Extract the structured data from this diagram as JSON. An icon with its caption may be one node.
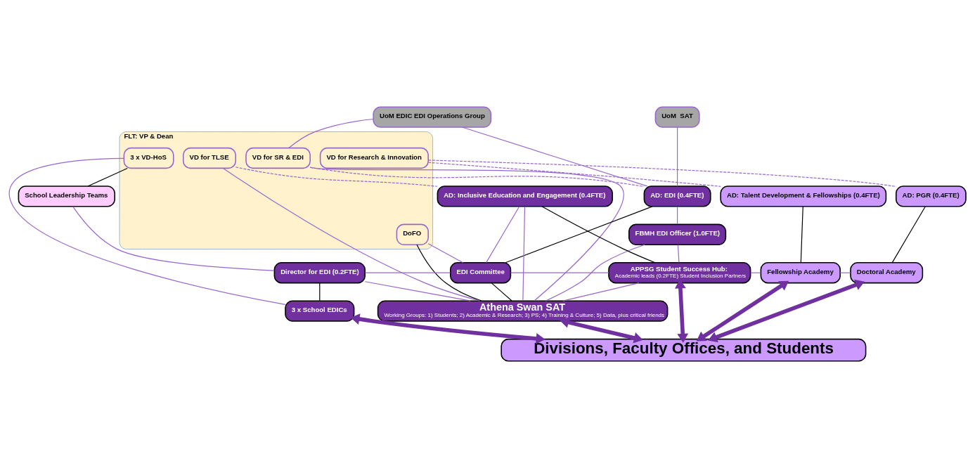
{
  "diagram": {
    "nodes": [
      {
        "text": [
          "UoM EDIC EDI Operations Group"
        ]
      },
      {
        "text": [
          "UoM  SAT"
        ]
      },
      {
        "text": [
          "FLT: VP & Dean"
        ]
      },
      {
        "text": [
          "3 x VD-HoS"
        ],
        "in": 2
      },
      {
        "text": [
          "DoFO"
        ],
        "in": 2
      },
      {
        "text": [
          "VD for SR & EDI"
        ],
        "in": 2
      },
      {
        "text": [
          "VD for TLSE"
        ],
        "in": 2
      },
      {
        "text": [
          "VD for Research & Innovation"
        ],
        "in": 2
      },
      {
        "text": [
          "School Leadership Teams"
        ]
      },
      {
        "text": [
          "AD: EDI (0.4FTE)"
        ]
      },
      {
        "text": [
          "FBMH EDI Officer (1.0FTE)"
        ]
      },
      {
        "text": [
          "AD: Inclusive Education and Engagement (0.4FTE)"
        ]
      },
      {
        "text": [
          "AD: Talent Development & Fellowships (0.4FTE)"
        ]
      },
      {
        "text": [
          "AD: PGR (0.4FTE)"
        ]
      },
      {
        "text": [
          "Director for EDI (0.2FTE)"
        ]
      },
      {
        "text": [
          "EDI Committee"
        ]
      },
      {
        "text": [
          "APPSG Student Success Hub:",
          "Academic leads (0.2FTE) Student Inclusion Partners"
        ]
      },
      {
        "text": [
          "Fellowship Academy"
        ]
      },
      {
        "text": [
          "Doctoral Academy"
        ]
      },
      {
        "text": [
          "3 x School EDICs"
        ]
      },
      {
        "text": [
          "Athena Swan SAT",
          "Working Groups: 1) Students; 2) Academic & Research; 3) PS; 4) Training & Culture; 5) Data, plus critical friends"
        ]
      },
      {
        "text": [
          "Divisions, Faculty Offices, and Students"
        ]
      }
    ],
    "edges": [
      {
        "from": 0,
        "to": 5,
        "arrow": "none"
      },
      {
        "from": 0,
        "to": 9,
        "arrow": "none"
      },
      {
        "from": 1,
        "to": 9,
        "arrow": "none"
      },
      {
        "from": 3,
        "to": 8,
        "arrow": "none",
        "color": "#000000"
      },
      {
        "from": 3,
        "to": 19,
        "arrow": "none"
      },
      {
        "from": 4,
        "to": 20,
        "arrow": "none",
        "color": "#000000"
      },
      {
        "from": 4,
        "to": 15,
        "arrow": "none"
      },
      {
        "from": 5,
        "to": 9,
        "arrow": "none",
        "style": "dashed"
      },
      {
        "from": 5,
        "to": 20,
        "arrow": "none"
      },
      {
        "from": 6,
        "to": 20,
        "arrow": "none"
      },
      {
        "from": 6,
        "to": 11,
        "arrow": "none",
        "style": "dashed"
      },
      {
        "from": 7,
        "to": 12,
        "arrow": "none",
        "style": "dashed"
      },
      {
        "from": 7,
        "to": 13,
        "arrow": "none",
        "style": "dashed"
      },
      {
        "from": 8,
        "to": 14,
        "arrow": "none"
      },
      {
        "from": 9,
        "to": 10,
        "arrow": "none"
      },
      {
        "from": 9,
        "to": 15,
        "arrow": "none",
        "color": "#000000"
      },
      {
        "from": 10,
        "to": 20,
        "arrow": "none"
      },
      {
        "from": 10,
        "to": 16,
        "arrow": "none"
      },
      {
        "from": 11,
        "to": 15,
        "arrow": "none"
      },
      {
        "from": 11,
        "to": 20,
        "arrow": "none"
      },
      {
        "from": 11,
        "to": 16,
        "arrow": "none",
        "color": "#000000"
      },
      {
        "from": 12,
        "to": 17,
        "arrow": "none",
        "color": "#000000"
      },
      {
        "from": 13,
        "to": 18,
        "arrow": "none",
        "color": "#000000"
      },
      {
        "from": 14,
        "to": 15,
        "arrow": "none"
      },
      {
        "from": 14,
        "to": 20,
        "arrow": "none"
      },
      {
        "from": 14,
        "to": 19,
        "arrow": "none",
        "color": "#000000"
      },
      {
        "from": 15,
        "to": 20,
        "arrow": "none",
        "color": "#000000"
      },
      {
        "from": 15,
        "to": 16,
        "arrow": "none"
      },
      {
        "from": 20,
        "to": 16,
        "arrow": "none"
      },
      {
        "from": 16,
        "to": 17,
        "arrow": "none"
      },
      {
        "from": 17,
        "to": 18,
        "arrow": "none"
      },
      {
        "from": 19,
        "to": 21,
        "arrow": "both",
        "style": "thick",
        "color": "#7030a0"
      },
      {
        "from": 20,
        "to": 21,
        "arrow": "both",
        "style": "thick",
        "color": "#7030a0"
      },
      {
        "from": 16,
        "to": 21,
        "arrow": "both",
        "style": "thick",
        "color": "#7030a0"
      },
      {
        "from": 17,
        "to": 21,
        "arrow": "both",
        "style": "thick",
        "color": "#7030a0"
      },
      {
        "from": 18,
        "to": 21,
        "arrow": "both",
        "style": "thick",
        "color": "#7030a0"
      }
    ]
  }
}
